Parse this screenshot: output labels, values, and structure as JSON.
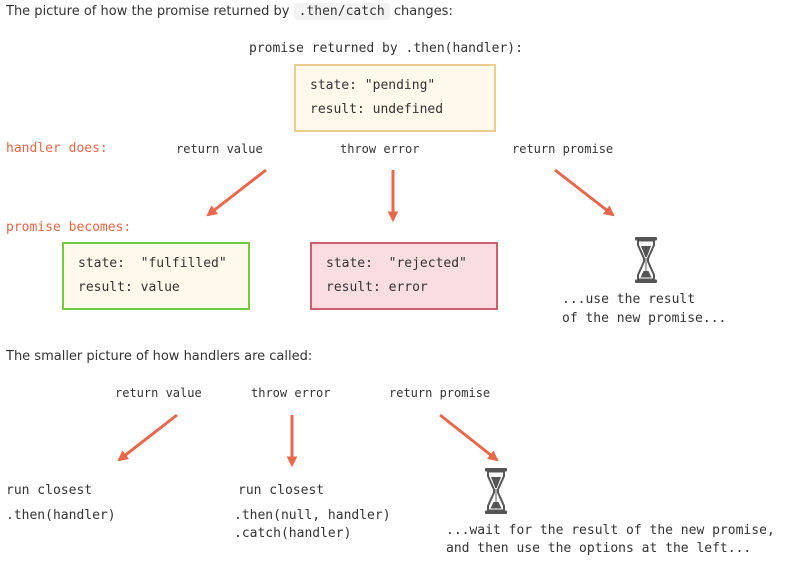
{
  "section1": {
    "title_prefix": "The picture of how the promise returned by",
    "title_code": ".then/catch",
    "title_suffix": "changes:",
    "promise_label": "promise returned by .then(handler):",
    "pending": {
      "state": "state: \"pending\"",
      "result": "result: undefined"
    },
    "handler_does": "handler does:",
    "promise_becomes": "promise becomes:",
    "return_value": "return value",
    "throw_error": "throw error",
    "return_promise": "return promise",
    "fulfilled": {
      "state": "state:  \"fulfilled\"",
      "result": "result: value"
    },
    "rejected": {
      "state": "state:  \"rejected\"",
      "result": "result: error"
    },
    "use_result_1": "...use the result",
    "use_result_2": "of the new promise..."
  },
  "section2": {
    "title": "The smaller picture of how handlers are called:",
    "return_value": "return value",
    "throw_error": "throw error",
    "return_promise": "return promise",
    "run_closest_left": "run closest",
    "then_handler": ".then(handler)",
    "run_closest_mid": "run closest",
    "then_null_handler": ".then(null, handler)",
    "catch_handler": ".catch(handler)",
    "wait_1": "...wait for the result of the new promise,",
    "wait_2": "and then use the options at the left..."
  },
  "colors": {
    "accent": "#E8684A",
    "pending_border": "#EBCE8F",
    "fulfilled_border": "#77C840",
    "rejected_border": "#C86070",
    "rejected_fill": "#FADDE1",
    "box_fill": "#FFF9EB"
  },
  "icons": [
    "hourglass-icon",
    "arrow-icon"
  ]
}
